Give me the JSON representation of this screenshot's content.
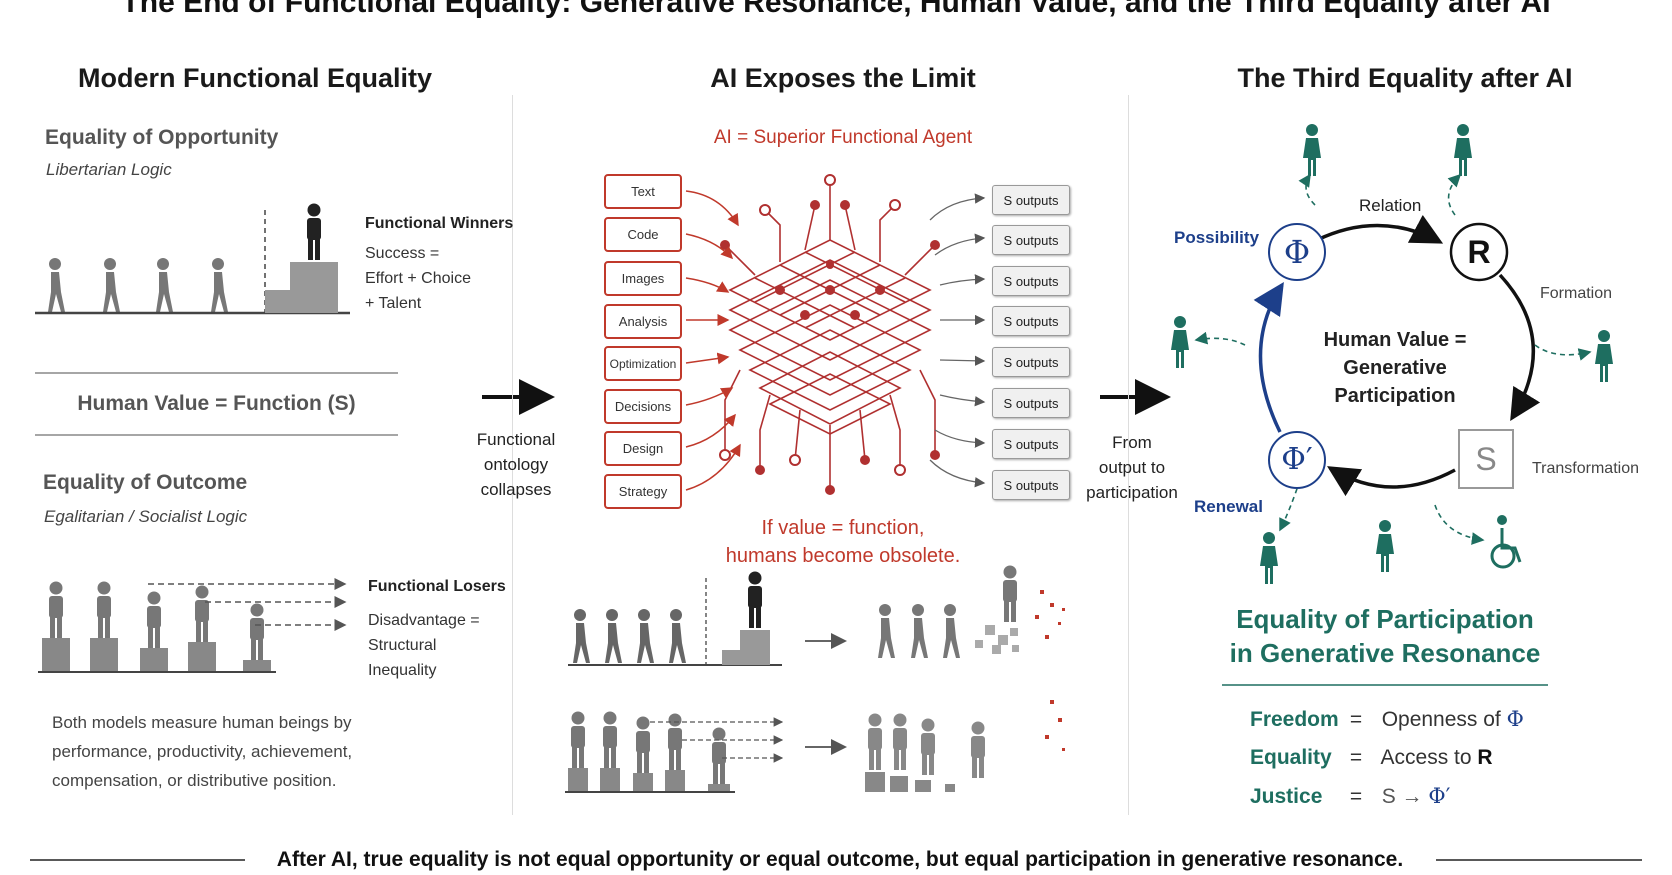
{
  "title": "The End of Functional Equality: Generative Resonance, Human Value, and the Third Equality after AI",
  "left": {
    "heading": "Modern Functional Equality",
    "opportunity": {
      "title": "Equality of Opportunity",
      "subtitle": "Libertarian Logic",
      "winners_label": "Functional Winners",
      "success_lines": [
        "Success =",
        "Effort + Choice",
        "+ Talent"
      ]
    },
    "human_value": "Human Value = Function (S)",
    "outcome": {
      "title": "Equality of Outcome",
      "subtitle": "Egalitarian / Socialist Logic",
      "losers_label": "Functional Losers",
      "disadvantage_lines": [
        "Disadvantage =",
        "Structural",
        "Inequality"
      ]
    },
    "summary_lines": [
      "Both models measure human beings by",
      "performance, productivity, achievement,",
      "compensation, or distributive position."
    ]
  },
  "bridge_left": [
    "Functional",
    "ontology",
    "collapses"
  ],
  "middle": {
    "heading": "AI Exposes the Limit",
    "agent_label": "AI = Superior Functional Agent",
    "inputs": [
      "Text",
      "Code",
      "Images",
      "Analysis",
      "Optimization",
      "Decisions",
      "Design",
      "Strategy"
    ],
    "outputs": [
      "S outputs",
      "S outputs",
      "S outputs",
      "S outputs",
      "S outputs",
      "S outputs",
      "S outputs",
      "S outputs"
    ],
    "warning_lines": [
      "If value = function,",
      "humans become obsolete."
    ]
  },
  "bridge_right": [
    "From",
    "output to",
    "participation"
  ],
  "right": {
    "heading": "The Third Equality after AI",
    "nodes": {
      "phi": "Φ",
      "r": "R",
      "s": "S",
      "phi_prime": "Φ′"
    },
    "labels": {
      "possibility": "Possibility",
      "relation": "Relation",
      "formation": "Formation",
      "transformation": "Transformation",
      "renewal": "Renewal"
    },
    "center_lines": [
      "Human Value =",
      "Generative",
      "Participation"
    ],
    "equality_lines": [
      "Equality of Participation",
      "in Generative Resonance"
    ],
    "definitions": [
      {
        "term": "Freedom",
        "eq": "=",
        "def_text": "Openness of",
        "sym": "Φ"
      },
      {
        "term": "Equality",
        "eq": "=",
        "def_text": "Access to",
        "sym": "R"
      },
      {
        "term": "Justice",
        "eq": "=",
        "def_text": "S →",
        "sym": "Φ′"
      }
    ]
  },
  "footer": "After AI, true equality is not equal opportunity or equal outcome, but equal participation in generative resonance.",
  "colors": {
    "red": "#c0392b",
    "teal": "#1e6e60",
    "blue": "#1d3f8a",
    "gray": "#777777"
  }
}
